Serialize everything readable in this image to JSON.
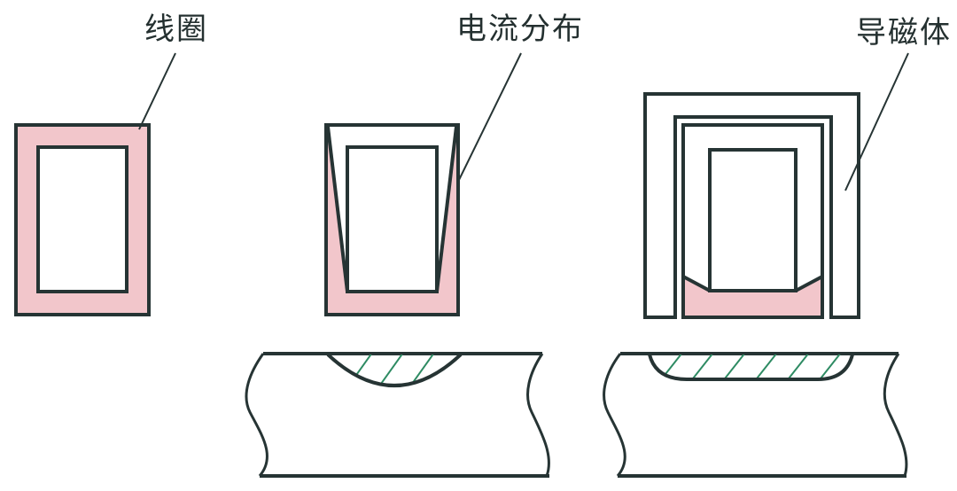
{
  "labels": {
    "coil": "线圈",
    "current_distribution": "电流分布",
    "magnetic_conductor": "导磁体"
  },
  "colors": {
    "outline": "#263434",
    "coil_fill": "#f2c6cb",
    "hatch": "#2e8b63",
    "background": "#ffffff"
  },
  "panels": [
    {
      "id": "coil-cross-section",
      "description": "Coil cross-section with uniform current (full pink ring)"
    },
    {
      "id": "current-distribution",
      "description": "Coil with current concentrated toward workpiece side (tapered pink region) and shallow curved heated zone in workpiece"
    },
    {
      "id": "magnetic-conductor",
      "description": "Coil with U-shaped magnetic conductor; current concentrated at bottom, wide flat heated zone in workpiece"
    }
  ]
}
